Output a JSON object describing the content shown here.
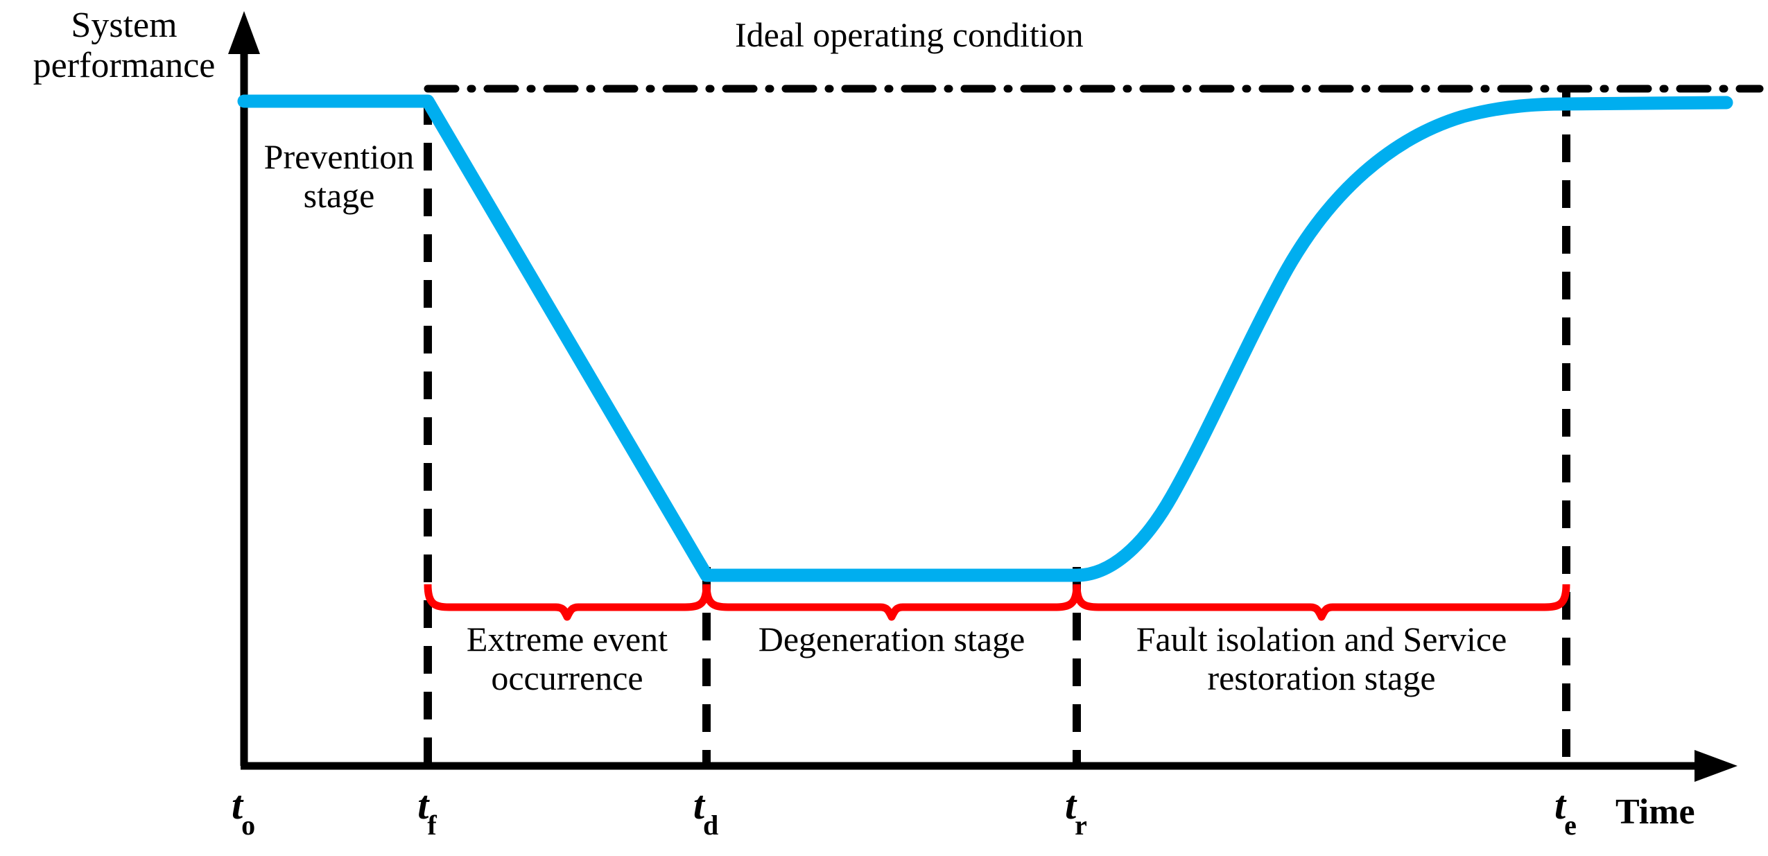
{
  "figure": {
    "y_axis_title": "System\nperformance",
    "x_axis_title": "Time",
    "ideal_condition_label": "Ideal operating condition",
    "prevention_stage_label": "Prevention\nstage"
  },
  "colors": {
    "performance_curve": "#00AEEF",
    "brace": "#FF0000",
    "axis": "#000000",
    "ideal_line": "#000000",
    "background": "#FFFFFF"
  },
  "time_markers": [
    {
      "name": "t-origin",
      "base": "t",
      "sub": "o",
      "x": 352
    },
    {
      "name": "t-failure",
      "base": "t",
      "sub": "f",
      "x": 617
    },
    {
      "name": "t-disrupted",
      "base": "t",
      "sub": "d",
      "x": 1019
    },
    {
      "name": "t-recovery",
      "base": "t",
      "sub": "r",
      "x": 1553
    },
    {
      "name": "t-end",
      "base": "t",
      "sub": "e",
      "x": 2259
    }
  ],
  "stages": [
    {
      "name": "prevention",
      "label": "Prevention\nstage",
      "from": "t-origin",
      "to": "t-failure",
      "braced": false
    },
    {
      "name": "extreme-event",
      "label": "Extreme event\noccurrence",
      "from": "t-failure",
      "to": "t-disrupted",
      "braced": true
    },
    {
      "name": "degeneration",
      "label": "Degeneration stage",
      "from": "t-disrupted",
      "to": "t-recovery",
      "braced": true
    },
    {
      "name": "fault-isolation",
      "label": "Fault isolation and Service\nrestoration stage",
      "from": "t-recovery",
      "to": "t-end",
      "braced": true
    }
  ],
  "chart_data": {
    "type": "line",
    "title": "",
    "xlabel": "Time",
    "ylabel": "System performance",
    "xlim": [
      352,
      2500
    ],
    "ylim": [
      830,
      145
    ],
    "grid": false,
    "legend": "none",
    "annotations": [
      "Ideal operating condition",
      "Prevention stage",
      "Extreme event occurrence",
      "Degeneration stage",
      "Fault isolation and Service restoration stage"
    ],
    "series": [
      {
        "name": "System performance",
        "color": "#00AEEF",
        "linewidth": 18,
        "segments": [
          {
            "phase": "prevention",
            "shape": "constant",
            "x": [
              352,
              617
            ],
            "y": [
              145,
              145
            ]
          },
          {
            "phase": "degradation",
            "shape": "linear",
            "x": [
              617,
              1019
            ],
            "y": [
              145,
              830
            ]
          },
          {
            "phase": "disrupted",
            "shape": "constant",
            "x": [
              1019,
              1553
            ],
            "y": [
              830,
              830
            ]
          },
          {
            "phase": "recovery",
            "shape": "exponential",
            "x": [
              1553,
              2259
            ],
            "y": [
              830,
              152
            ]
          },
          {
            "phase": "restored",
            "shape": "constant",
            "x": [
              2259,
              2490
            ],
            "y": [
              150,
              148
            ]
          }
        ]
      },
      {
        "name": "Ideal operating condition",
        "color": "#000000",
        "linestyle": "dashdot",
        "linewidth": 8,
        "x": [
          617,
          2535
        ],
        "y": [
          128,
          128
        ]
      }
    ],
    "vertical_reference_lines": [
      {
        "marker": "t-failure",
        "x": 617,
        "y_from": 145,
        "y_to": 1105,
        "style": "dashed"
      },
      {
        "marker": "t-disrupted",
        "x": 1019,
        "y_from": 830,
        "y_to": 1105,
        "style": "dashed"
      },
      {
        "marker": "t-recovery",
        "x": 1553,
        "y_from": 830,
        "y_to": 1105,
        "style": "dashed"
      },
      {
        "marker": "t-end",
        "x": 2259,
        "y_from": 128,
        "y_to": 1105,
        "style": "dashed"
      }
    ],
    "braces": [
      {
        "label": "Extreme event occurrence",
        "x_from": 617,
        "x_to": 1019,
        "y": 846
      },
      {
        "label": "Degeneration stage",
        "x_from": 1019,
        "x_to": 1553,
        "y": 846
      },
      {
        "label": "Fault isolation and Service restoration stage",
        "x_from": 1553,
        "x_to": 2259,
        "y": 846
      }
    ]
  }
}
